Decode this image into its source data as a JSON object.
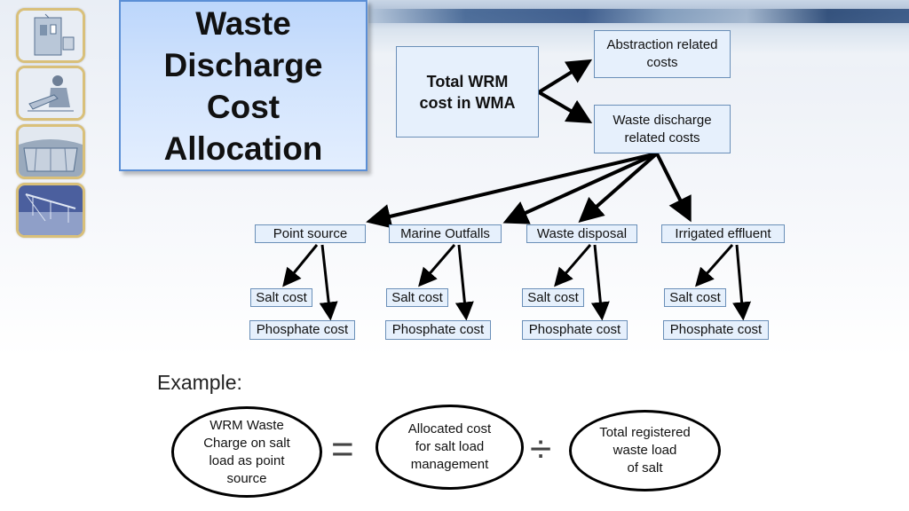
{
  "title": "Waste\nDischarge\nCost\nAllocation",
  "total": "Total WRM\ncost in WMA",
  "branches": {
    "abstraction": "Abstraction related\ncosts",
    "waste": "Waste discharge\nrelated costs"
  },
  "categories": [
    {
      "name": "Point source",
      "salt": "Salt cost",
      "phosphate": "Phosphate cost"
    },
    {
      "name": "Marine Outfalls",
      "salt": "Salt cost",
      "phosphate": "Phosphate cost"
    },
    {
      "name": "Waste disposal",
      "salt": "Salt cost",
      "phosphate": "Phosphate cost"
    },
    {
      "name": "Irrigated effluent",
      "salt": "Salt cost",
      "phosphate": "Phosphate cost"
    }
  ],
  "example": {
    "label": "Example:",
    "charge": "WRM Waste\nCharge on salt\nload as point\nsource",
    "equals": "=",
    "allocated": "Allocated cost\nfor salt load\nmanagement",
    "divide": "÷",
    "total_load": "Total registered\nwaste load\nof salt"
  },
  "thumbnails": [
    "building-icon",
    "worker-icon",
    "dam-icon",
    "irrigation-icon"
  ]
}
